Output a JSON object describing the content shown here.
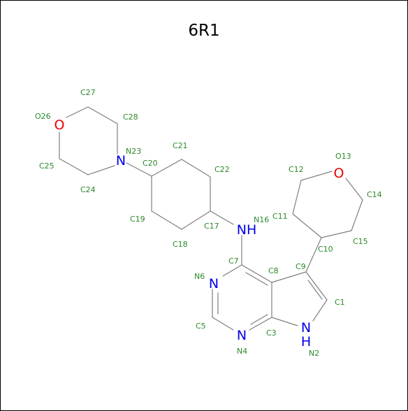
{
  "title": "6R1",
  "colors": {
    "bond": "#7f7f7f",
    "carbon_id": "#2a8a2a",
    "nitrogen": "#0000ee",
    "oxygen": "#ee0000",
    "frame": "#000000"
  },
  "atom_symbols": {
    "n23": "N",
    "o26": "O",
    "n16": "NH",
    "n6": "N",
    "n4": "N",
    "n2": "N",
    "n2_h": "H",
    "o13": "O"
  },
  "atom_ids": {
    "c27": "C27",
    "c28": "C28",
    "o26": "O26",
    "n23": "N23",
    "c25": "C25",
    "c24": "C24",
    "c21": "C21",
    "c20": "C20",
    "c22": "C22",
    "c19": "C19",
    "c17": "C17",
    "c18": "C18",
    "n16": "N16",
    "c7": "C7",
    "c8": "C8",
    "c9": "C9",
    "n6": "N6",
    "c5": "C5",
    "n4": "N4",
    "c3": "C3",
    "n2": "N2",
    "c1": "C1",
    "c12": "C12",
    "o13": "O13",
    "c14": "C14",
    "c11": "C11",
    "c10": "C10",
    "c15": "C15"
  }
}
